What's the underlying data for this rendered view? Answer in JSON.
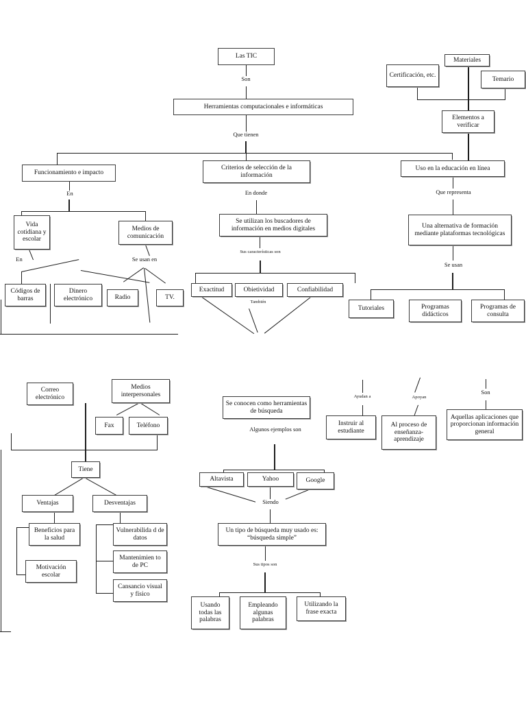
{
  "document": {
    "type": "concept-map",
    "language": "es",
    "title": "Las TIC"
  },
  "upper_map": {
    "nodes": [
      {
        "id": "las-tic",
        "text": "Las TIC"
      },
      {
        "id": "herramientas",
        "text": "Herramientas computacionales e informáticas"
      },
      {
        "id": "funcionamiento",
        "text": "Funcionamiento e impacto"
      },
      {
        "id": "criterios",
        "text": "Criterios de selección de la información"
      },
      {
        "id": "uso-educacion",
        "text": "Uso en la educación en línea"
      },
      {
        "id": "materiales",
        "text": "Materiales"
      },
      {
        "id": "certificacion",
        "text": "Certificación, etc."
      },
      {
        "id": "temario",
        "text": "Temario"
      },
      {
        "id": "elementos",
        "text": "Elementos a verificar"
      },
      {
        "id": "vida",
        "text": "Vida cotidiana y escolar"
      },
      {
        "id": "medios-com",
        "text": "Medios de comunicación"
      },
      {
        "id": "codigos",
        "text": "Códigos de barras"
      },
      {
        "id": "dinero",
        "text": "Dinero electrónico"
      },
      {
        "id": "radio",
        "text": "Radio"
      },
      {
        "id": "tv",
        "text": "TV."
      },
      {
        "id": "buscadores",
        "text": "Se utilizan los buscadores de información en medios digitales"
      },
      {
        "id": "exactitud",
        "text": "Exactitud"
      },
      {
        "id": "objetividad",
        "text": "Obietividad"
      },
      {
        "id": "confiabilidad",
        "text": "Confiabilidad"
      },
      {
        "id": "alternativa",
        "text": "Una alternativa de formación mediante plataformas tecnológicas"
      },
      {
        "id": "tutoriales",
        "text": "Tutoriales"
      },
      {
        "id": "prog-didacticos",
        "text": "Programas didácticos"
      },
      {
        "id": "prog-consulta",
        "text": "Programas de consulta"
      }
    ],
    "link_labels": [
      {
        "id": "son-1",
        "text": "Son"
      },
      {
        "id": "que-tienen",
        "text": "Que tienen"
      },
      {
        "id": "en-1",
        "text": "En"
      },
      {
        "id": "en-donde",
        "text": "En donde"
      },
      {
        "id": "que-representa",
        "text": "Que representa"
      },
      {
        "id": "en-2",
        "text": "En"
      },
      {
        "id": "se-usan-en",
        "text": "Se usan en"
      },
      {
        "id": "caracteristicas",
        "text": "Sus características son"
      },
      {
        "id": "tambien",
        "text": "También"
      },
      {
        "id": "se-usan",
        "text": "Se usan"
      }
    ]
  },
  "lower_map": {
    "nodes": [
      {
        "id": "correo",
        "text": "Correo electrónico"
      },
      {
        "id": "medios-inter",
        "text": "Medios interpersonales"
      },
      {
        "id": "fax",
        "text": "Fax"
      },
      {
        "id": "telefono",
        "text": "Teléfono"
      },
      {
        "id": "tiene",
        "text": "Tiene"
      },
      {
        "id": "ventajas",
        "text": "Ventajas"
      },
      {
        "id": "desventajas",
        "text": "Desventajas"
      },
      {
        "id": "beneficios",
        "text": "Beneficios para la salud"
      },
      {
        "id": "motivacion",
        "text": "Motivación escolar"
      },
      {
        "id": "vulnerabilidad",
        "text": "Vulnerabilida d de datos"
      },
      {
        "id": "mantenimiento",
        "text": "Mantenimien to de PC"
      },
      {
        "id": "cansancio",
        "text": "Cansancio visual y físico"
      },
      {
        "id": "herramientas-busqueda",
        "text": "Se conocen como herramientas de búsqueda"
      },
      {
        "id": "altavista",
        "text": "Altavista"
      },
      {
        "id": "yahoo",
        "text": "Yahoo"
      },
      {
        "id": "google",
        "text": "Google"
      },
      {
        "id": "busqueda-simple",
        "text": "Un tipo de búsqueda muy usado es: “búsqueda simple”"
      },
      {
        "id": "todas-palabras",
        "text": "Usando todas las palabras"
      },
      {
        "id": "algunas-palabras",
        "text": "Empleando algunas palabras"
      },
      {
        "id": "frase-exacta",
        "text": "Utilizando la frase exacta"
      },
      {
        "id": "instruir",
        "text": "Instruir al estudiante"
      },
      {
        "id": "proceso",
        "text": "Al proceso de enseñanza-aprendizaje"
      },
      {
        "id": "aplicaciones",
        "text": "Aquellas aplicaciones que proporcionan información general"
      }
    ],
    "link_labels": [
      {
        "id": "algunos-ejemplos",
        "text": "Algunos ejemplos son"
      },
      {
        "id": "siendo",
        "text": "Siendo"
      },
      {
        "id": "sus-tipos",
        "text": "Sus tipos son"
      },
      {
        "id": "ayudan-a",
        "text": "Ayudan a"
      },
      {
        "id": "apoyan",
        "text": "Apoyan"
      },
      {
        "id": "son-2",
        "text": "Son"
      }
    ]
  },
  "colors": {
    "box_border": "#3a3a3a",
    "line": "#1c1c1c",
    "text": "#101010",
    "background": "#ffffff",
    "shadow": "#9a9a9a"
  }
}
